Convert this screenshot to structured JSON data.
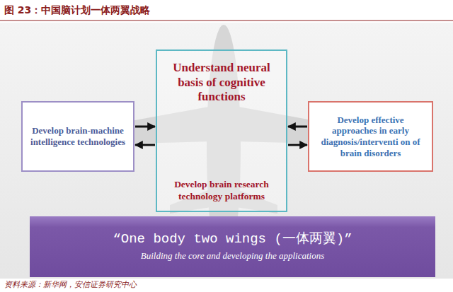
{
  "diagram": {
    "title": "图 23：中国脑计划一体两翼战略",
    "caption": "资料来源：新华网，安信证券研究中心",
    "nodes": [
      {
        "text": [
          "Understand neural basis of cognitive functions",
          "Develop brain research technology platforms"
        ]
      },
      {
        "text": [
          "Develop brain-machine intelligence technologies"
        ]
      },
      {
        "text": [
          "Develop effective approaches in early diagnosis/interventi on of brain disorders"
        ]
      },
      {
        "text": [
          "“One body two wings (一体两翼)”",
          "Building the core and developing the applications"
        ]
      }
    ],
    "edges": [
      {
        "from": 1,
        "to": 0,
        "arrow": "to"
      },
      {
        "from": 0,
        "to": 1,
        "arrow": "to"
      },
      {
        "from": 2,
        "to": 0,
        "arrow": "to"
      },
      {
        "from": 0,
        "to": 2,
        "arrow": "to"
      }
    ]
  }
}
